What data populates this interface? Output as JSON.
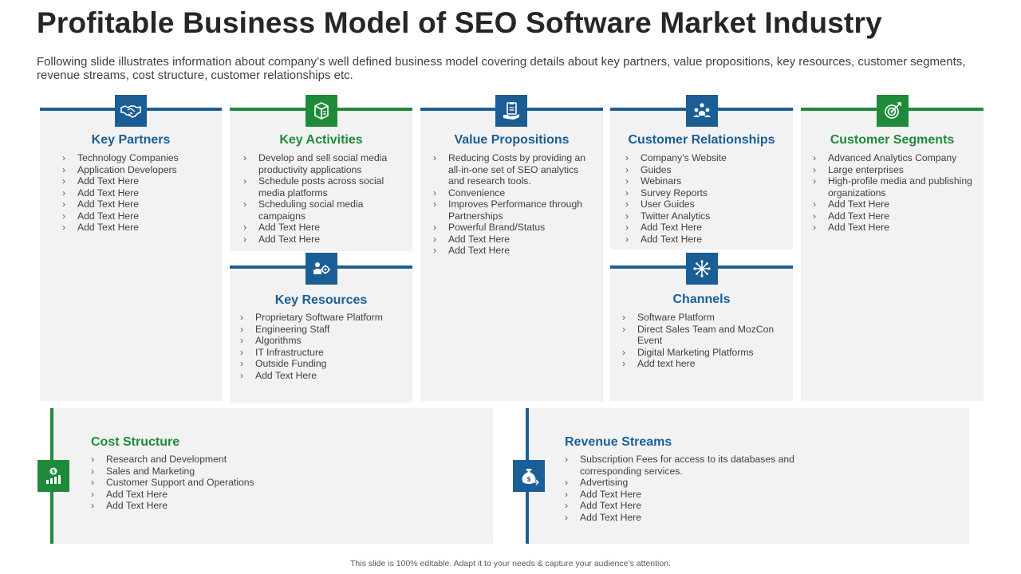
{
  "title": "Profitable Business Model of SEO Software Market Industry",
  "subtitle": "Following slide illustrates information about company’s well defined business model covering details about key partners, value propositions, key resources, customer segments, revenue streams, cost structure, customer relationships etc.",
  "colors": {
    "blue": "#1b5e96",
    "green": "#1f8a3a",
    "card_bg": "#f2f2f2"
  },
  "key_partners": {
    "icon": "handshake-icon",
    "title": "Key Partners",
    "items": [
      "Technology Companies",
      "Application Developers",
      "Add Text Here",
      "Add Text Here",
      "Add Text Here",
      "Add Text Here",
      "Add Text Here"
    ]
  },
  "key_activities": {
    "icon": "boxes-icon",
    "title": "Key Activities",
    "items": [
      "Develop and sell social media productivity applications",
      "Schedule posts across social media platforms",
      "Scheduling social media campaigns",
      "Add Text Here",
      "Add Text Here"
    ]
  },
  "value_propositions": {
    "icon": "clipboard-hand-icon",
    "title": "Value Propositions",
    "items": [
      "Reducing Costs by providing an all-in-one set of SEO analytics and research tools.",
      "Convenience",
      "Improves Performance through Partnerships",
      "Powerful Brand/Status",
      "Add Text Here",
      "Add Text Here"
    ]
  },
  "customer_relationships": {
    "icon": "people-group-icon",
    "title": "Customer Relationships",
    "items": [
      "Company’s Website",
      "Guides",
      "Webinars",
      "Survey Reports",
      "User Guides",
      "Twitter Analytics",
      "Add Text Here",
      "Add Text Here"
    ]
  },
  "customer_segments": {
    "icon": "target-arrow-icon",
    "title": "Customer Segments",
    "items": [
      "Advanced Analytics Company",
      "Large enterprises",
      "High-profile media and publishing organizations",
      "Add Text Here",
      "Add Text Here",
      "Add Text Here"
    ]
  },
  "key_resources": {
    "icon": "resources-icon",
    "title": "Key Resources",
    "items": [
      "Proprietary Software Platform",
      "Engineering Staff",
      "Algorithms",
      "IT Infrastructure",
      "Outside Funding",
      "Add Text Here"
    ]
  },
  "channels": {
    "icon": "network-hub-icon",
    "title": "Channels",
    "items": [
      "Software Platform",
      "Direct Sales Team and MozCon Event",
      "Digital Marketing Platforms",
      "Add text here"
    ]
  },
  "cost_structure": {
    "icon": "money-chart-icon",
    "title": "Cost Structure",
    "items": [
      "Research and Development",
      "Sales and Marketing",
      "Customer Support and Operations",
      "Add Text Here",
      "Add Text Here"
    ]
  },
  "revenue_streams": {
    "icon": "money-bag-icon",
    "title": "Revenue Streams",
    "items": [
      "Subscription Fees for access to its databases and corresponding services.",
      "Advertising",
      "Add Text Here",
      "Add Text Here",
      "Add Text Here"
    ]
  },
  "footer": "This slide is 100% editable. Adapt it to your needs & capture your audience’s attention."
}
